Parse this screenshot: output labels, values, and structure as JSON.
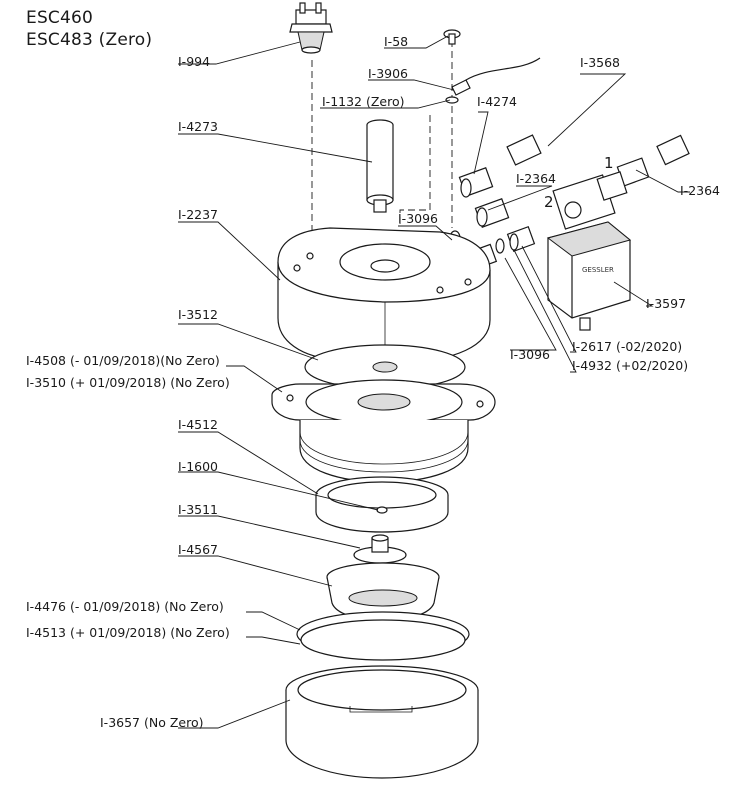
{
  "titles": [
    "ESC460",
    "ESC483 (Zero)"
  ],
  "parts": {
    "p994": "I-994",
    "p58": "I-58",
    "p3906": "I-3906",
    "p1132": "I-1132 (Zero)",
    "p4274": "I-4274",
    "p3568": "I-3568",
    "p4273": "I-4273",
    "p2364a": "I-2364",
    "p2364b": "I-2364",
    "p3096a": "I-3096",
    "p2237": "I-2237",
    "p3597": "I-3597",
    "p3512": "I-3512",
    "p3096b": "I-3096",
    "p2617": "I-2617 (-02/2020)",
    "p4932": "I-4932 (+02/2020)",
    "p4508": "I-4508 (- 01/09/2018)(No Zero)",
    "p3510": "I-3510 (+ 01/09/2018) (No Zero)",
    "p4512": "I-4512",
    "p1600": "I-1600",
    "p3511": "I-3511",
    "p4567": "I-4567",
    "p4476": "I-4476 (- 01/09/2018) (No Zero)",
    "p4513": "I-4513 (+ 01/09/2018) (No Zero)",
    "p3657": "I-3657 (No Zero)"
  },
  "solenoid_ports": [
    "1",
    "2"
  ]
}
